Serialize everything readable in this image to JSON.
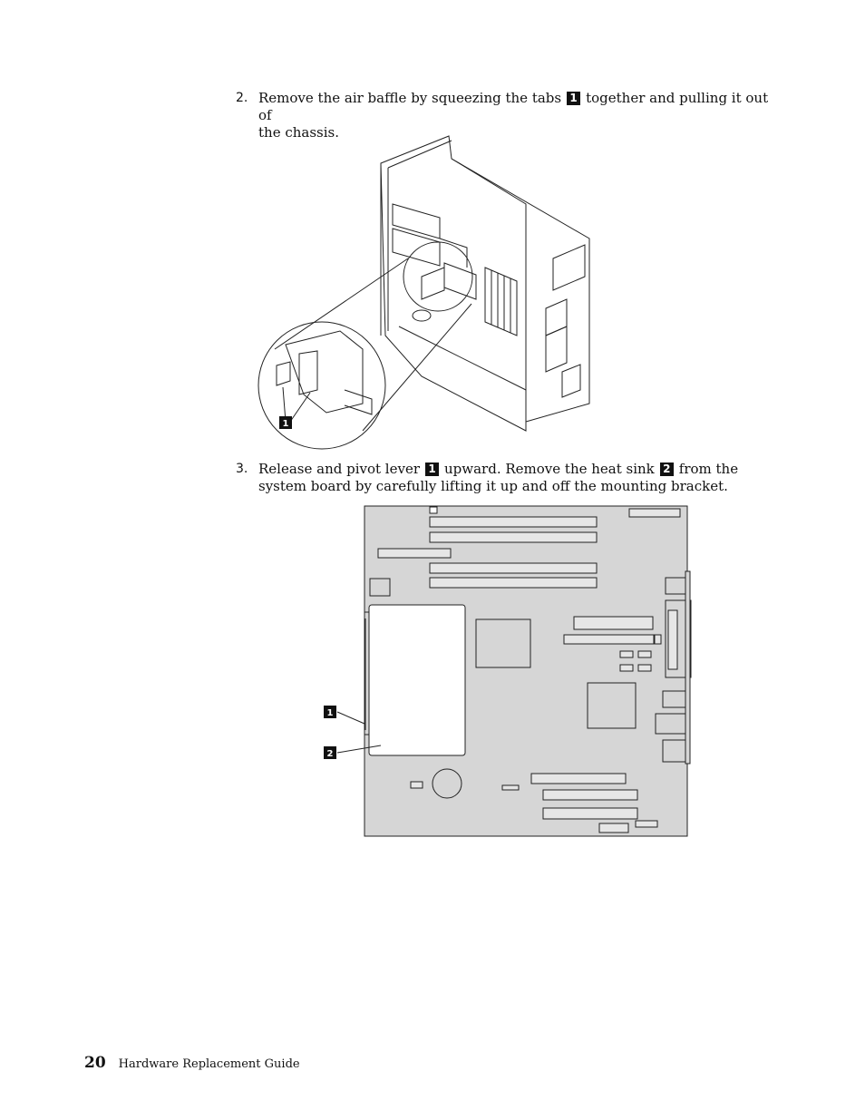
{
  "steps": [
    {
      "number": "2.",
      "line1_a": "Remove the air baffle by squeezing the tabs",
      "callout": "1",
      "line1_b": "together and pulling it out of",
      "line2": "the chassis."
    },
    {
      "number": "3.",
      "line1_a": "Release and pivot lever",
      "callout1": "1",
      "line1_b": "upward. Remove the heat sink",
      "callout2": "2",
      "line1_c": "from the",
      "line2": "system board by carefully lifting it up and off the mounting bracket."
    }
  ],
  "figure1": {
    "callout": "1"
  },
  "figure2": {
    "callouts": [
      "1",
      "2"
    ]
  },
  "footer": {
    "page_number": "20",
    "title": "Hardware Replacement Guide"
  }
}
